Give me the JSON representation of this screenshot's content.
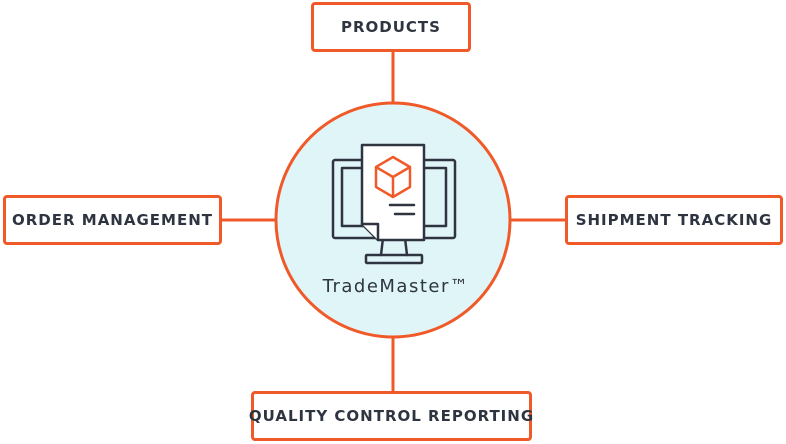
{
  "center": {
    "brand": "TradeMaster™",
    "icon": "monitor-with-document-and-box-icon"
  },
  "nodes": {
    "top": "PRODUCTS",
    "left": "ORDER MANAGEMENT",
    "right": "SHIPMENT TRACKING",
    "bottom": "QUALITY CONTROL REPORTING"
  },
  "colors": {
    "accent": "#f05a28",
    "circle_fill": "#e0f5f8",
    "text": "#2e3440",
    "icon_stroke": "#2e3440"
  }
}
